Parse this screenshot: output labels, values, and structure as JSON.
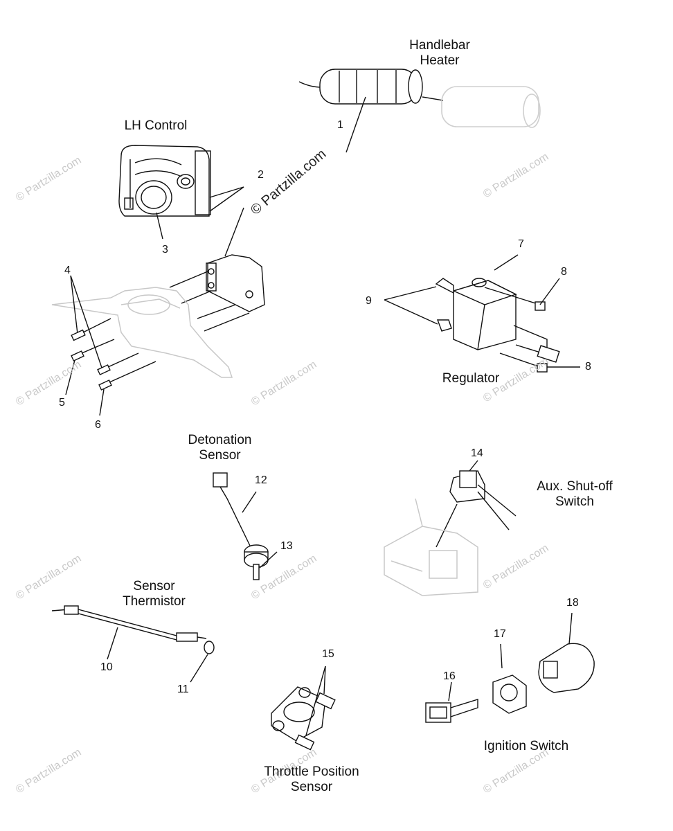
{
  "watermark": "© Partzilla.com",
  "labels": {
    "handlebar_heater": [
      "Handlebar",
      "Heater"
    ],
    "lh_control": "LH Control",
    "regulator": "Regulator",
    "detonation_sensor": [
      "Detonation",
      "Sensor"
    ],
    "aux_shutoff": [
      "Aux. Shut-off",
      "Switch"
    ],
    "sensor_thermistor": [
      "Sensor",
      "Thermistor"
    ],
    "throttle_position": [
      "Throttle Position",
      "Sensor"
    ],
    "ignition_switch": "Ignition Switch"
  },
  "callouts": {
    "n1": "1",
    "n2": "2",
    "n3": "3",
    "n4": "4",
    "n5": "5",
    "n6": "6",
    "n7": "7",
    "n8a": "8",
    "n8b": "8",
    "n9": "9",
    "n10": "10",
    "n11": "11",
    "n12": "12",
    "n13": "13",
    "n14": "14",
    "n15": "15",
    "n16": "16",
    "n17": "17",
    "n18": "18"
  }
}
